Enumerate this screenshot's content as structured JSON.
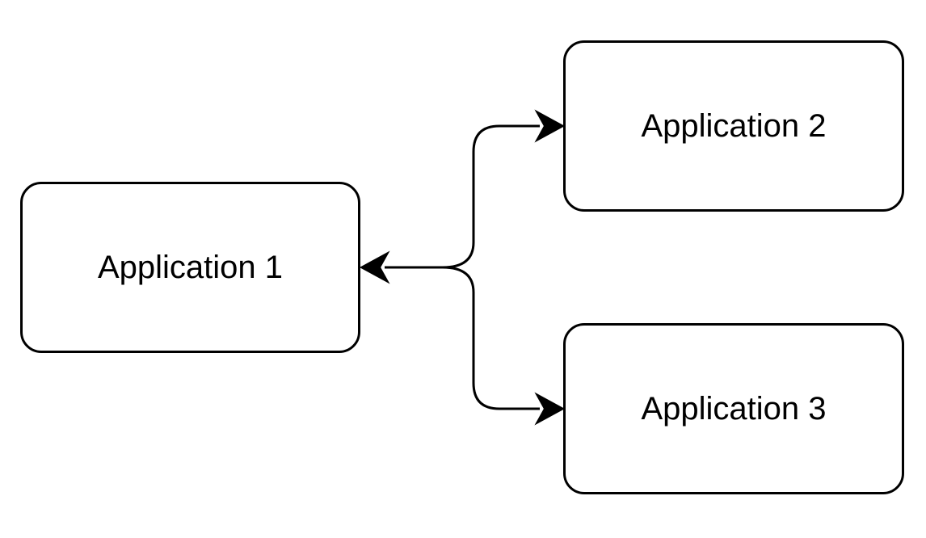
{
  "diagram": {
    "nodes": [
      {
        "id": "app1",
        "label": "Application 1"
      },
      {
        "id": "app2",
        "label": "Application 2"
      },
      {
        "id": "app3",
        "label": "Application 3"
      }
    ],
    "edges": [
      {
        "from": "app1",
        "to": "app2",
        "arrow_start": true,
        "arrow_end": true
      },
      {
        "from": "app1",
        "to": "app3",
        "arrow_start": true,
        "arrow_end": true
      }
    ],
    "colors": {
      "stroke": "#000000",
      "fill": "#ffffff",
      "background": "#ffffff"
    }
  }
}
